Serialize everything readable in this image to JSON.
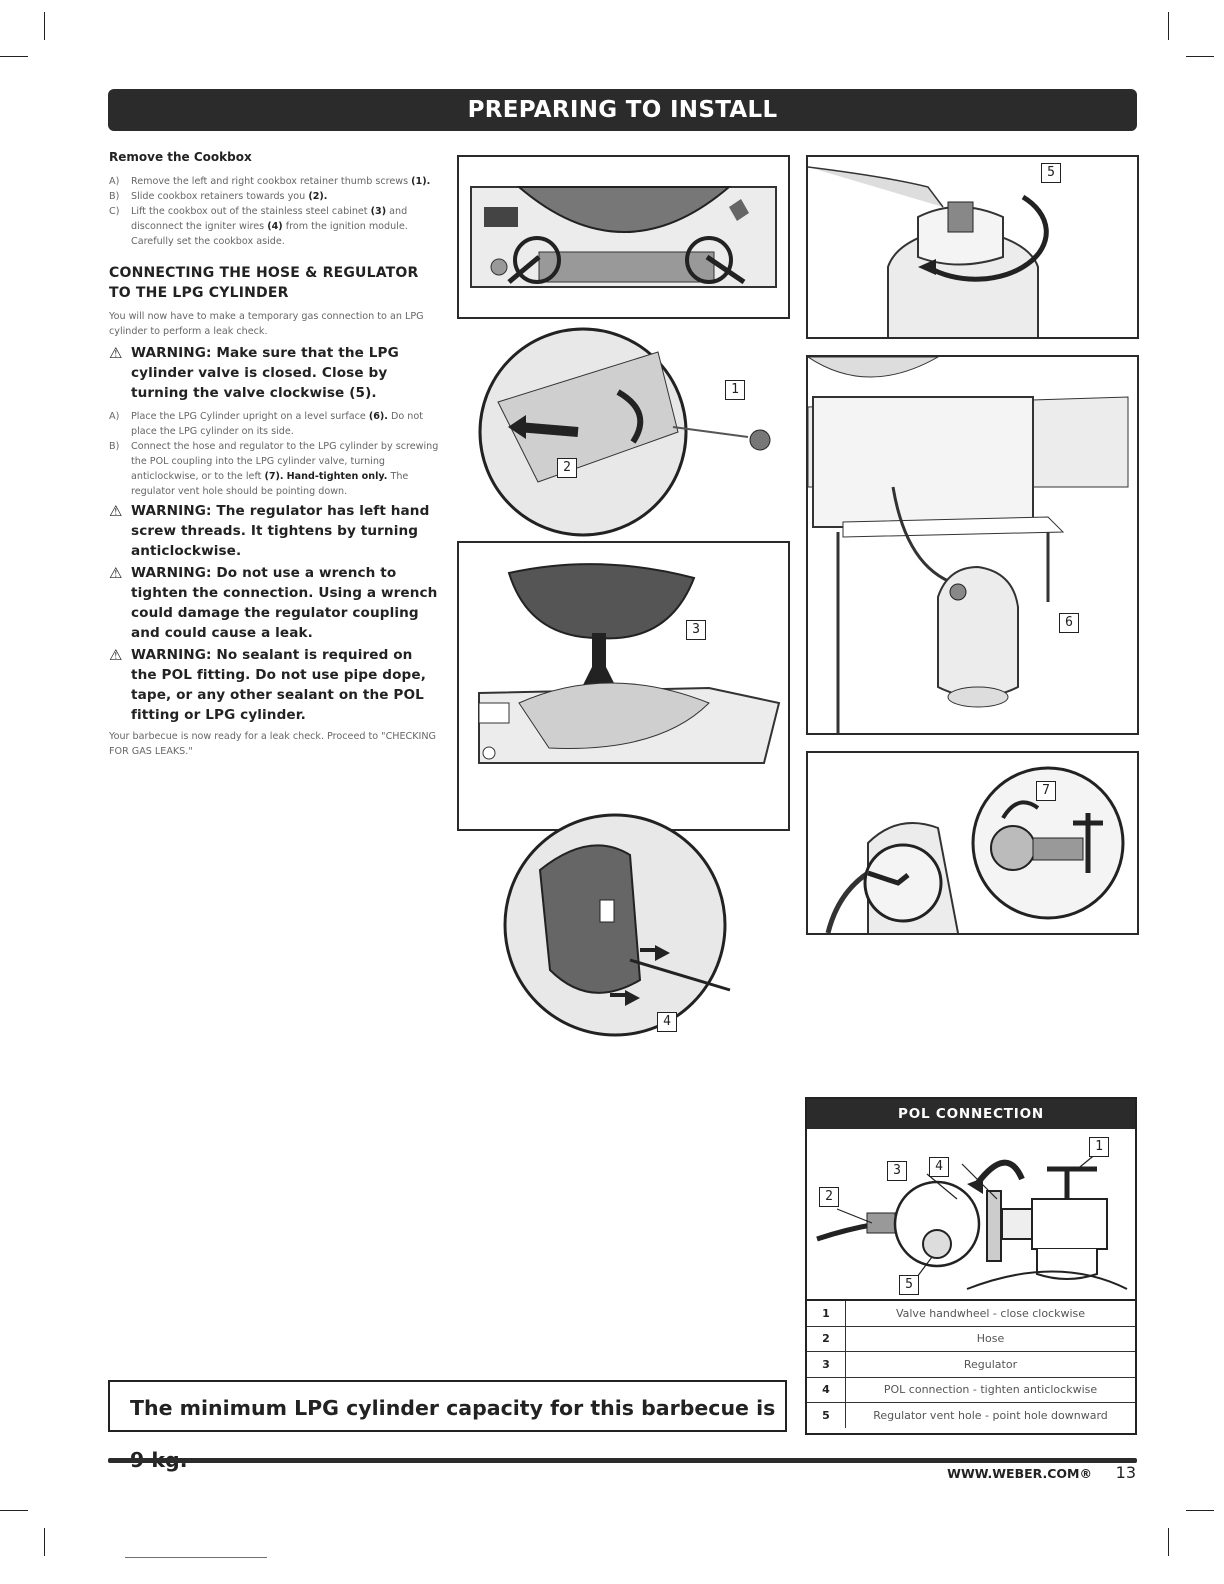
{
  "header": {
    "title": "PREPARING TO INSTALL"
  },
  "remove_cookbox": {
    "title": "Remove the Cookbox",
    "steps": [
      {
        "label": "A)",
        "text": "Remove the left and right cookbox retainer thumb screws",
        "ref": "(1)."
      },
      {
        "label": "B)",
        "text": "Slide cookbox retainers towards you",
        "ref": "(2)."
      },
      {
        "label": "C)",
        "text_a": "Lift the cookbox out of the stainless steel cabinet",
        "ref_a": "(3)",
        "text_b": "and disconnect the igniter wires",
        "ref_b": "(4)",
        "text_c": "from the ignition module. Carefully set the cookbox aside."
      }
    ]
  },
  "connecting": {
    "title": "CONNECTING THE HOSE & REGULATOR TO THE LPG CYLINDER",
    "intro": "You will now have to make a temporary gas connection to an LPG cylinder to perform a leak check.",
    "warning1": "WARNING: Make sure that the LPG cylinder valve is closed. Close by turning the valve clockwise (5).",
    "step_a_label": "A)",
    "step_a_text": "Place the LPG Cylinder upright on a level surface",
    "step_a_ref": "(6).",
    "step_a_text2": "Do not place the LPG cylinder on its side.",
    "step_b_label": "B)",
    "step_b_text": "Connect the hose and regulator to the LPG cylinder by screwing the POL coupling into the LPG cylinder valve, turning anticlockwise, or to the left",
    "step_b_ref": "(7).",
    "step_b_bold": "Hand-tighten only.",
    "step_b_text2": "The regulator vent hole should be pointing down.",
    "warning2": "WARNING: The regulator has left hand screw threads. It tightens by turning anticlockwise.",
    "warning3": "WARNING: Do not use a wrench to tighten the connection. Using a wrench could damage the regulator coupling and could cause a leak.",
    "warning4": "WARNING: No sealant is required on the POL fitting. Do not use pipe dope, tape, or any other sealant on the POL fitting or LPG cylinder.",
    "outro": "Your barbecue is now ready for a leak check. Proceed to \"CHECKING FOR GAS LEAKS.\""
  },
  "callouts": {
    "c1": "1",
    "c2": "2",
    "c3": "3",
    "c4": "4",
    "c5": "5",
    "c6": "6",
    "c7": "7"
  },
  "capacity_note": "The minimum LPG cylinder capacity for this barbecue is 9 kg.",
  "pol": {
    "title": "POL CONNECTION",
    "callouts": [
      "1",
      "2",
      "3",
      "4",
      "5"
    ],
    "rows": [
      {
        "n": "1",
        "desc": "Valve handwheel - close clockwise"
      },
      {
        "n": "2",
        "desc": "Hose"
      },
      {
        "n": "3",
        "desc": "Regulator"
      },
      {
        "n": "4",
        "desc": "POL connection - tighten anticlockwise"
      },
      {
        "n": "5",
        "desc": "Regulator vent hole - point hole downward"
      }
    ]
  },
  "footer": {
    "url": "WWW.WEBER.COM®",
    "page": "13"
  },
  "icons": {
    "warning": "warning-triangle-icon"
  }
}
